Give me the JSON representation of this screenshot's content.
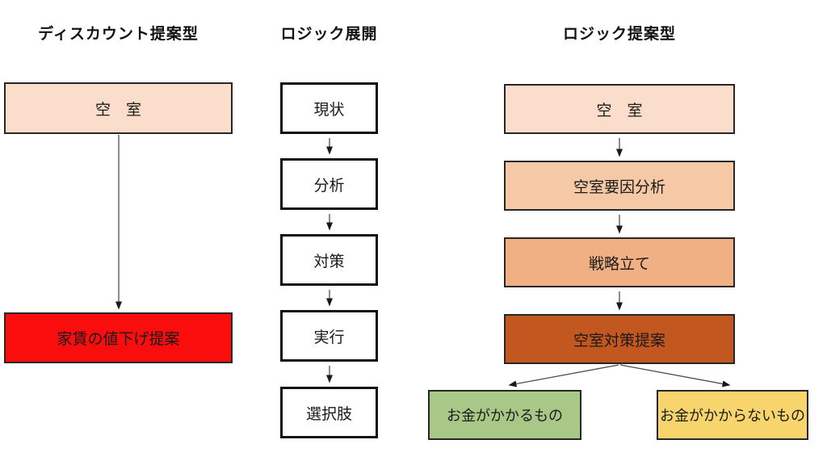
{
  "colors": {
    "light_peach": "#FADDCB",
    "medium_peach": "#F5C9A5",
    "orange": "#F0B084",
    "dark_orange": "#C2571F",
    "red": "#FA0D0D",
    "green": "#A9C888",
    "yellow": "#F8D56C",
    "plain_box": "#FFFFFF",
    "box_border": "#262626",
    "arrow": "#4D4D4D"
  },
  "discount_column": {
    "title": "ディスカウント提案型",
    "vacancy_box": "空　室",
    "proposal_box": "家賃の値下げ提案"
  },
  "logic_flow_column": {
    "title": "ロジック展開",
    "steps": [
      "現状",
      "分析",
      "対策",
      "実行",
      "選択肢"
    ]
  },
  "logic_proposal_column": {
    "title": "ロジック提案型",
    "steps": [
      "空　室",
      "空室要因分析",
      "戦略立て",
      "空室対策提案"
    ],
    "outcome_cost": "お金がかかるもの",
    "outcome_no_cost": "お金がかからないもの"
  }
}
